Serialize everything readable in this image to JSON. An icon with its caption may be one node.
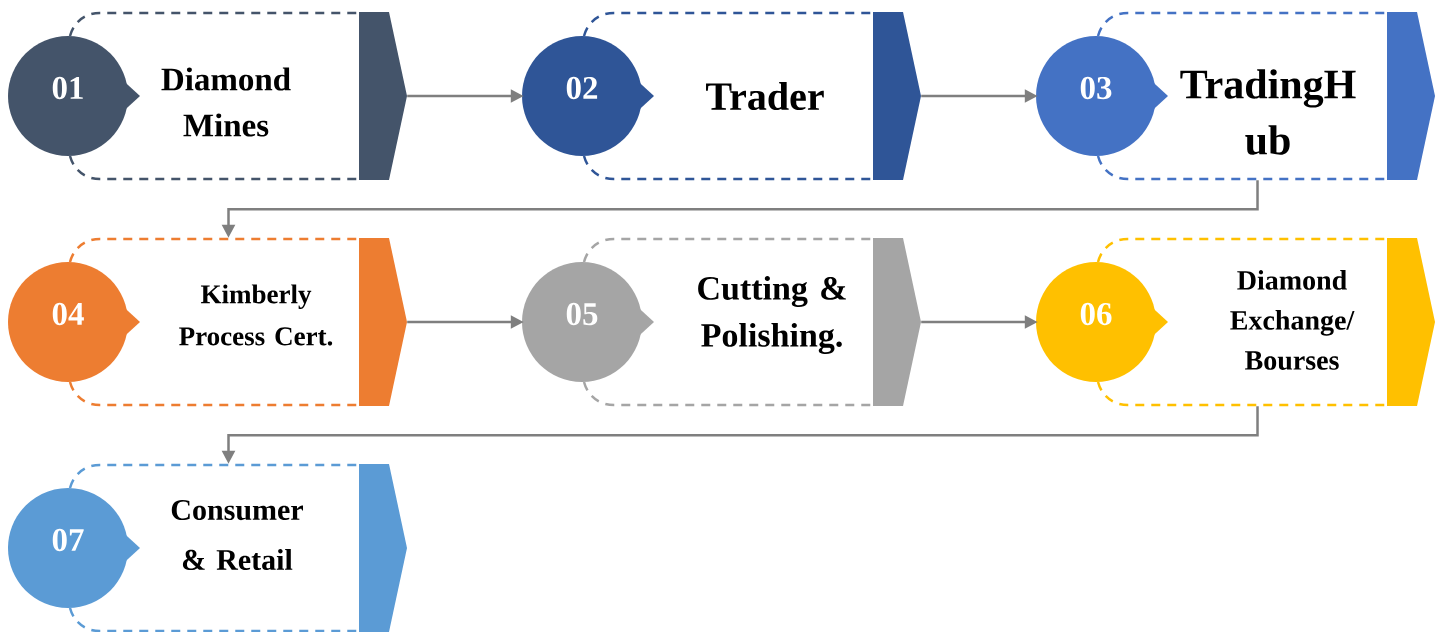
{
  "diagram": {
    "nodes": [
      {
        "text": [
          "01",
          "Diamond Mines"
        ]
      },
      {
        "text": [
          "02",
          "Trader"
        ]
      },
      {
        "text": [
          "03",
          "TradingH ub"
        ]
      },
      {
        "text": [
          "04",
          "Kimberly Process Cert."
        ]
      },
      {
        "text": [
          "05",
          "Cutting & Polishing."
        ]
      },
      {
        "text": [
          "06",
          "Diamond Exchange/ Bourses"
        ]
      },
      {
        "text": [
          "07",
          "Consumer & Retail"
        ]
      }
    ],
    "edges": [
      {
        "from": 0,
        "to": 1,
        "arrow": "to"
      },
      {
        "from": 1,
        "to": 2,
        "arrow": "to"
      },
      {
        "from": 2,
        "to": 3,
        "arrow": "to"
      },
      {
        "from": 3,
        "to": 4,
        "arrow": "to"
      },
      {
        "from": 4,
        "to": 5,
        "arrow": "to"
      },
      {
        "from": 5,
        "to": 6,
        "arrow": "to"
      }
    ]
  }
}
